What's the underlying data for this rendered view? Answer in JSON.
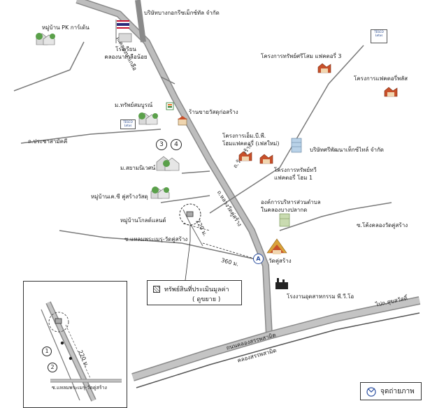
{
  "labels": {
    "company_top": "บริษัทบางกอกรีซเม็กซ์ทัล จำกัด",
    "village_pk": "หมู่บ้าน PK การ์เด้น",
    "school_line1": "โรงเรียน",
    "school_line2": "คลองนาเกลือน้อย",
    "project_sriyom": "โครงการทรัพย์ศรีโสม แฟคตอรี่ 3",
    "project_factory": "โครงการแฟคตอรี่พลัส",
    "moo_sapsombun": "ม.ทรัพย์สมบูรณ์",
    "shop_watkhu": "ร้านขายวัสดุก่อสร้าง",
    "project_mbp_line1": "โครงการเอ็ม.บี.พี.",
    "project_mbp_line2": "โฮมแฟคตอรี่ (เฟสใหม่)",
    "company_sri": "บริษัทศรีพัฒนาเท็กซ์ไทล์ จำกัด",
    "moo_siamnivet": "ม.สยามนิเวศน์",
    "project_sap_line1": "โครงการทรัพย์ทวี",
    "project_sap_line2": "แฟคตอรี่ โฮม 1",
    "village_kc": "หมู่บ้านเค.ซี คู่สร้างวัสดุ",
    "org_line1": "องค์การบริหารส่วนตำบล",
    "org_line2": "ในคลองบางปลากด",
    "village_golden": "หมู่บ้านโกลด์แลนด์",
    "wat_khusang": "วัดคู่สร้าง",
    "factory_pvc": "โรงงานอุตสาหกรรม พี.วี.โอ"
  },
  "roads": {
    "pracha": "ถ.ประชาสามัคคี",
    "main_vertical": "ถ.คลองนาเกลือ",
    "watkhusang": "ถ.วัดคู่สร้าง",
    "luang": "ถ.หลวงวัดคู่สร้าง",
    "khaem_lane": "ซ.แหลมพระเมรุ-วัดคู่สร้าง",
    "to_lane": "ซ.โค้งคลองวัดคู่สร้าง",
    "sukhumvit_dir": "ไปถ.สุขสวัสดิ์",
    "sapphasamit_road": "ถนนคลองสรรพสามิต",
    "sapphasamit_canal": "คลองสรรพสามิต",
    "inset_lane": "ซ.แหลมพระเมรุ-วัดคู่สร้าง"
  },
  "distances": {
    "d220": "220 ม.",
    "d360": "360 ม.",
    "inset_d220": "220 ม."
  },
  "markers": {
    "m3": "3",
    "m4": "4",
    "m1": "1",
    "m2": "2",
    "photo_point": "A"
  },
  "store_badges": {
    "tesco": "TESCO Lotus"
  },
  "legend": {
    "property_line1": "ทรัพย์สินที่ประเมินมูลค่า",
    "property_line2": "( ดูขยาย )",
    "photo_point": "จุดถ่ายภาพ"
  },
  "colors": {
    "road_fill": "#b5b5b5",
    "road_edge": "#8a8a8a",
    "minor_road": "#7a7a7a",
    "canal": "#555555",
    "tree_green": "#5aa04a",
    "roof_red": "#c8502a",
    "marker_blue": "#2b4fa0"
  },
  "icons": {
    "house_cluster": "house-cluster-icon",
    "factory": "factory-icon",
    "temple": "temple-icon",
    "flag": "thai-flag-icon",
    "store": "convenience-store-icon"
  }
}
